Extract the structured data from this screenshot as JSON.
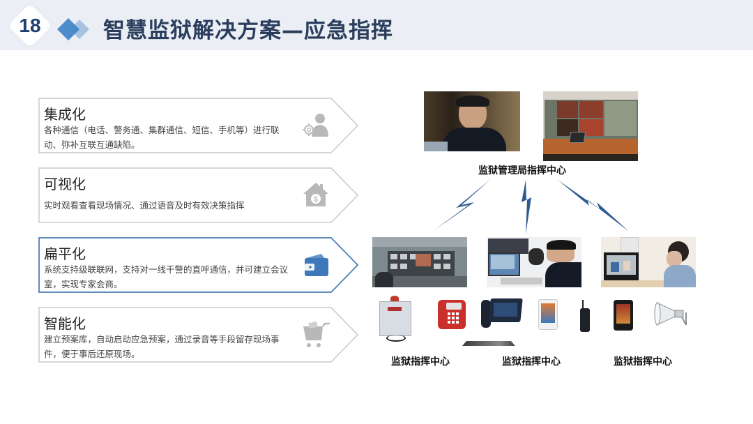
{
  "header": {
    "page_number": "18",
    "title": "智慧监狱解决方案—应急指挥",
    "background": "#ebeff5",
    "title_color": "#2a3d5c"
  },
  "features": [
    {
      "title": "集成化",
      "description": " 各种通信（电话、警务通、集群通信、短信、手机等）进行联动、弥补互联互通缺陷。",
      "icon": "user-target-icon",
      "highlighted": false
    },
    {
      "title": "可视化",
      "description": " 实时观看查看现场情况、通过语音及时有效决策指挥",
      "icon": "house-coin-icon",
      "highlighted": false
    },
    {
      "title": "扁平化",
      "description": "系统支持级联联网，支持对一线干警的直呼通信，并可建立会议室，实现专家会商。",
      "icon": "wallet-icon",
      "highlighted": true
    },
    {
      "title": "智能化",
      "description": "建立预案库，自动启动应急预案，通过录音等手段留存现场事件，便于事后还原现场。",
      "icon": "cart-icon",
      "highlighted": false
    }
  ],
  "diagram": {
    "top_caption": "监狱管理局指挥中心",
    "top_photos": [
      "officer-speaking-photo",
      "video-wall-conference-photo"
    ],
    "bottom_photos": [
      "monitoring-room-photo",
      "operator-workstation-photo",
      "video-call-officer-photo"
    ],
    "bottom_captions": [
      "监狱指挥中心",
      "监狱指挥中心",
      "监狱指挥中心"
    ],
    "devices": [
      "alarm-box",
      "red-telephone",
      "ip-video-phone",
      "tablet",
      "walkie-talkie",
      "rugged-phone",
      "loudspeaker-horn",
      "gateway-device"
    ],
    "bolt_color": "#2e5b8f"
  },
  "colors": {
    "card_border": "#c8c8c8",
    "card_border_highlight": "#4a7db5",
    "icon_gray": "#b8b8b8",
    "icon_blue": "#3d78bb"
  }
}
